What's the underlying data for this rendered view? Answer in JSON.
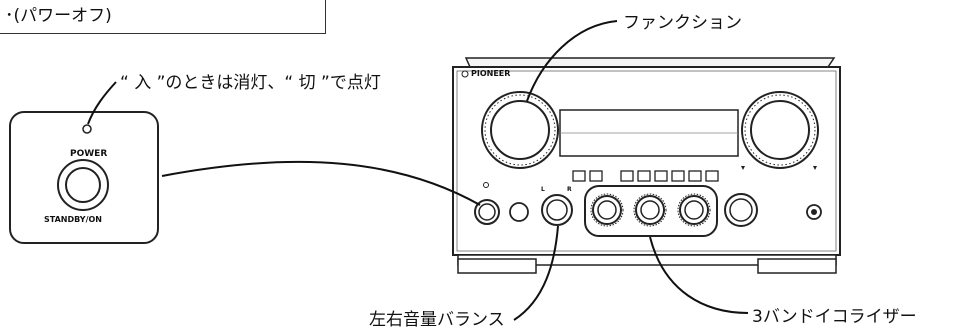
{
  "top_box": {
    "text": "･(パワーオフ)"
  },
  "labels": {
    "function": "ファンクション",
    "power_led_note": "“ 入 ”のときは消灯、“ 切 ”で点灯",
    "balance": "左右音量バランス",
    "equalizer": "3バンドイコライザー"
  },
  "inset": {
    "power_label": "POWER",
    "standby_label": "STANDBY/ON"
  },
  "amp": {
    "brand": "PIONEER",
    "balance_left_mark": "L",
    "balance_right_mark": "R"
  }
}
